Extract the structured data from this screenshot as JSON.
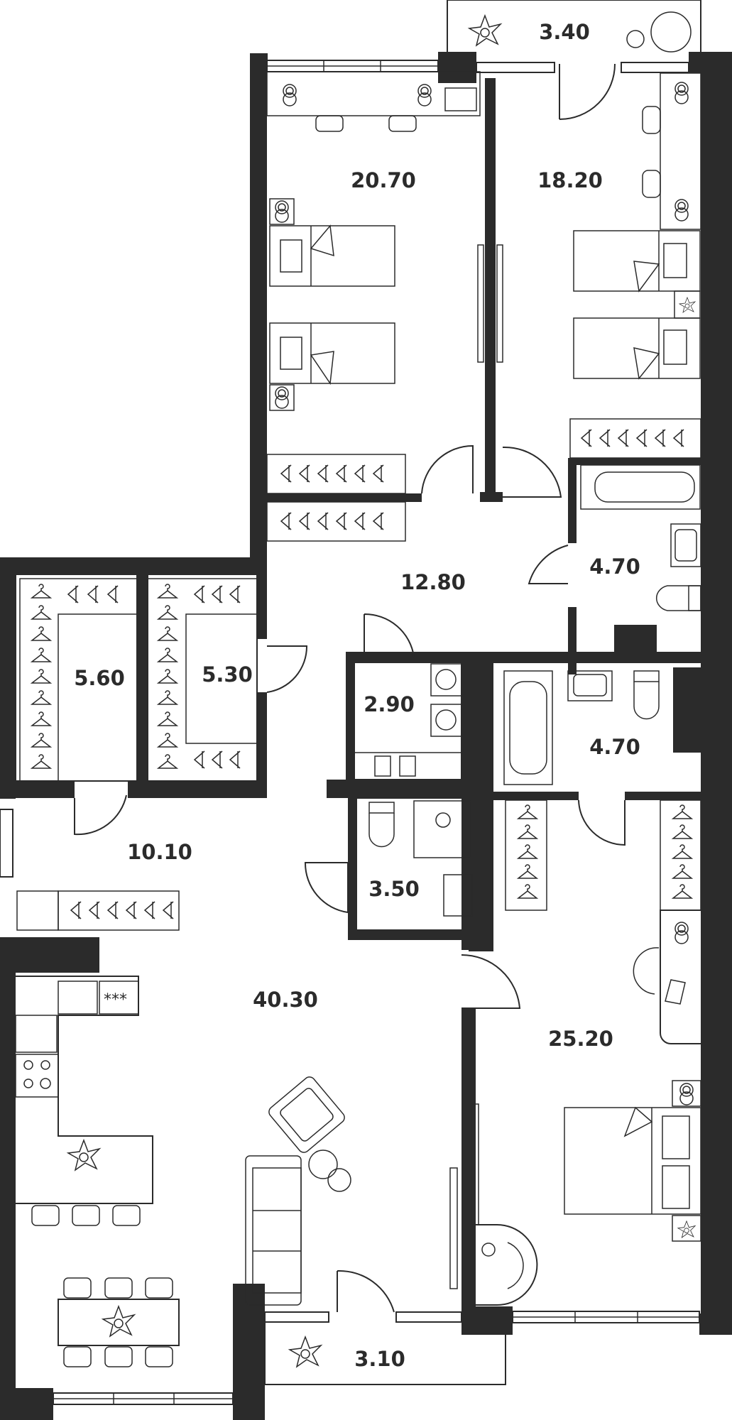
{
  "colors": {
    "wall": "#2b2b2b",
    "background": "#ffffff",
    "line": "#2b2b2b"
  },
  "rooms": [
    {
      "id": "balcony-top",
      "area": "3.40"
    },
    {
      "id": "bedroom-left",
      "area": "20.70"
    },
    {
      "id": "bedroom-right",
      "area": "18.20"
    },
    {
      "id": "hall",
      "area": "12.80"
    },
    {
      "id": "bathroom-upper",
      "area": "4.70"
    },
    {
      "id": "wardrobe-left",
      "area": "5.60"
    },
    {
      "id": "wardrobe-right",
      "area": "5.30"
    },
    {
      "id": "laundry",
      "area": "2.90"
    },
    {
      "id": "bathroom-middle",
      "area": "4.70"
    },
    {
      "id": "entry",
      "area": "10.10"
    },
    {
      "id": "toilet",
      "area": "3.50"
    },
    {
      "id": "living-kitchen",
      "area": "40.30"
    },
    {
      "id": "master-bedroom",
      "area": "25.20"
    },
    {
      "id": "balcony-bottom",
      "area": "3.10"
    }
  ],
  "icons": [
    "flower-icon",
    "hanger-icon",
    "bed-icon",
    "bathtub-icon",
    "sink-icon",
    "toilet-icon",
    "washing-machine-icon",
    "stove-icon",
    "sofa-icon",
    "armchair-icon",
    "dining-table-icon",
    "desk-icon",
    "lamp-icon"
  ]
}
